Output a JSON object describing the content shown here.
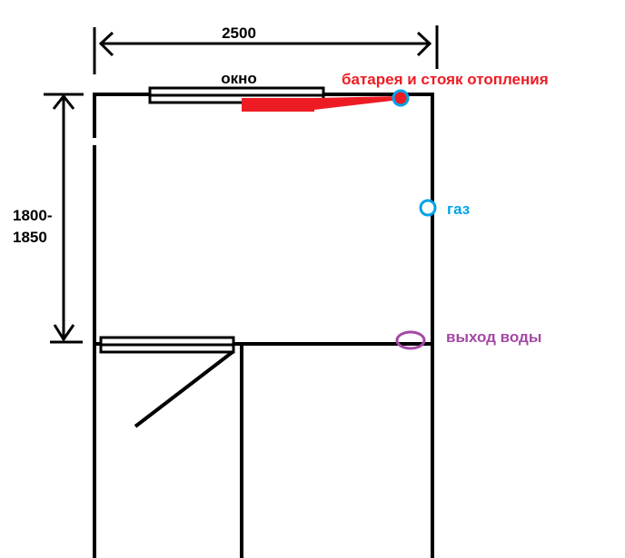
{
  "dimensions": {
    "width_label": "2500",
    "height_label_line1": "1800-",
    "height_label_line2": "1850"
  },
  "labels": {
    "window": "окно",
    "radiator": "батарея и стояк отопления",
    "gas": "газ",
    "water_outlet": "выход воды"
  },
  "colors": {
    "radiator": "#ed1c24",
    "gas": "#00a2e8",
    "water": "#a349a4",
    "wall": "#000000"
  }
}
